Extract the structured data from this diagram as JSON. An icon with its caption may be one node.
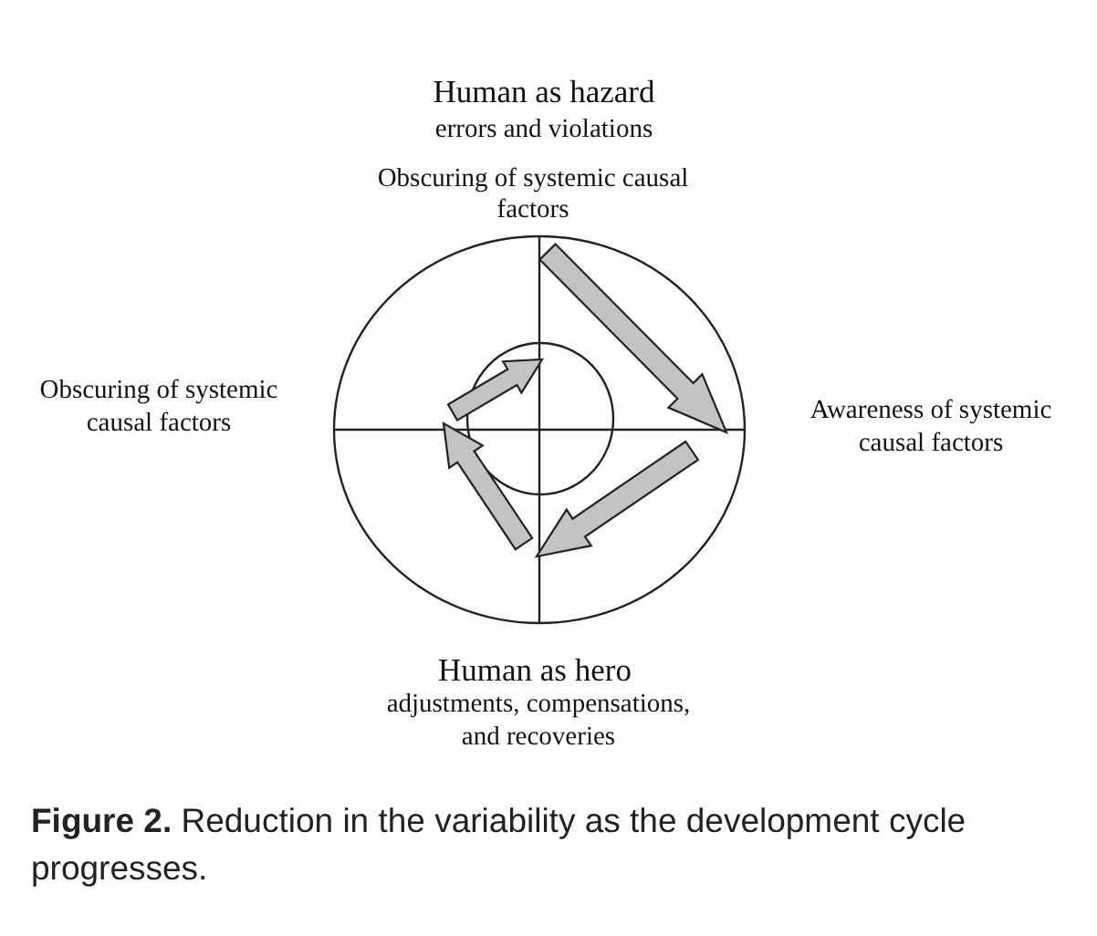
{
  "diagram": {
    "caption": "**Figure 2.** Reduction in the variability as the development cycle progresses.",
    "labels": [
      "Human as hazard",
      "errors and violations",
      "Obscuring of systemic causal factors",
      "Obscuring of systemic causal factors",
      "Awareness of systemic causal factors",
      "Human as hero",
      "adjustments, compensations, and recoveries"
    ]
  }
}
